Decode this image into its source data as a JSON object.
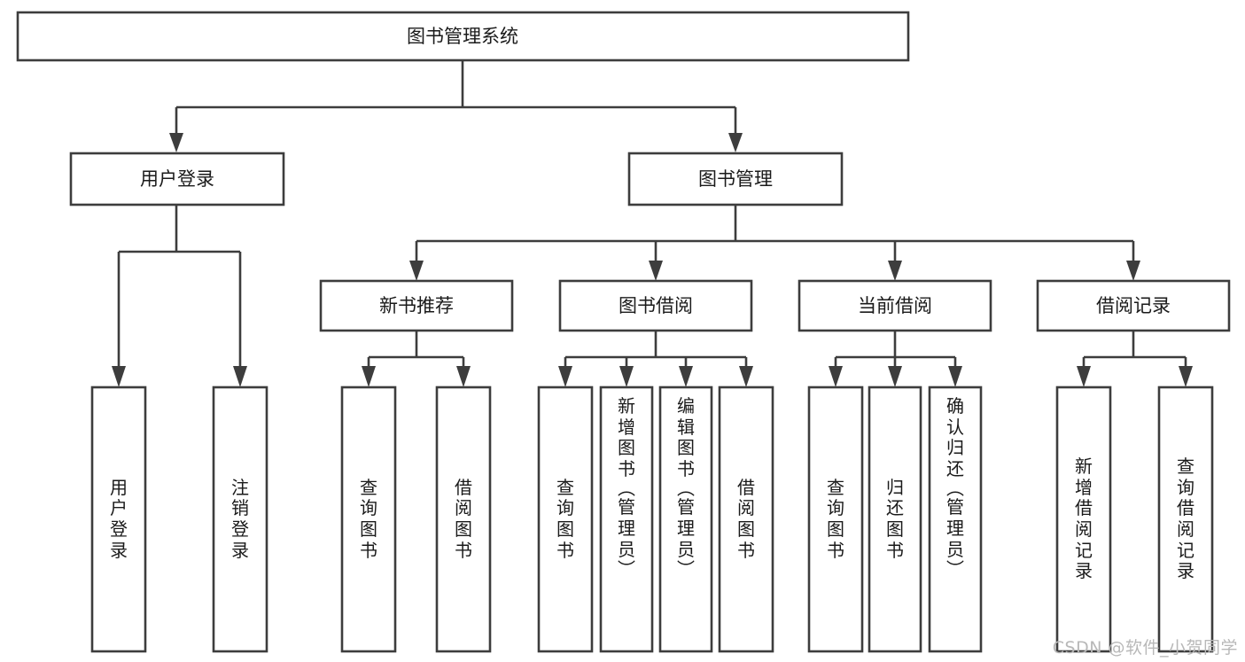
{
  "diagram": {
    "title": "图书管理系统",
    "type": "tree",
    "watermark": "CSDN @软件_小贺同学",
    "colors": {
      "stroke": "#3d3d3d",
      "fill": "#ffffff",
      "text": "#1a1a1a",
      "watermark": "#b8b8b8"
    },
    "root": {
      "label": "图书管理系统"
    },
    "level2": [
      {
        "id": "user-login",
        "label": "用户登录"
      },
      {
        "id": "book-manage",
        "label": "图书管理"
      }
    ],
    "level3": [
      {
        "id": "new-book-rec",
        "label": "新书推荐",
        "parent": "book-manage"
      },
      {
        "id": "book-borrow",
        "label": "图书借阅",
        "parent": "book-manage"
      },
      {
        "id": "current-borrow",
        "label": "当前借阅",
        "parent": "book-manage"
      },
      {
        "id": "borrow-record",
        "label": "借阅记录",
        "parent": "book-manage"
      }
    ],
    "leaves": {
      "user-login": [
        {
          "id": "leaf-user-login",
          "chars": [
            "用",
            "户",
            "登",
            "录"
          ]
        },
        {
          "id": "leaf-user-logout",
          "chars": [
            "注",
            "销",
            "登",
            "录"
          ]
        }
      ],
      "new-book-rec": [
        {
          "id": "leaf-query-book-1",
          "chars": [
            "查",
            "询",
            "图",
            "书"
          ]
        },
        {
          "id": "leaf-borrow-book-1",
          "chars": [
            "借",
            "阅",
            "图",
            "书"
          ]
        }
      ],
      "book-borrow": [
        {
          "id": "leaf-query-book-2",
          "chars": [
            "查",
            "询",
            "图",
            "书"
          ]
        },
        {
          "id": "leaf-add-book",
          "chars": [
            "新",
            "增",
            "图",
            "书",
            "（",
            "管",
            "理",
            "员",
            "）"
          ]
        },
        {
          "id": "leaf-edit-book",
          "chars": [
            "编",
            "辑",
            "图",
            "书",
            "（",
            "管",
            "理",
            "员",
            "）"
          ]
        },
        {
          "id": "leaf-borrow-book-2",
          "chars": [
            "借",
            "阅",
            "图",
            "书"
          ]
        }
      ],
      "current-borrow": [
        {
          "id": "leaf-query-book-3",
          "chars": [
            "查",
            "询",
            "图",
            "书"
          ]
        },
        {
          "id": "leaf-return-book",
          "chars": [
            "归",
            "还",
            "图",
            "书"
          ]
        },
        {
          "id": "leaf-confirm-return",
          "chars": [
            "确",
            "认",
            "归",
            "还",
            "（",
            "管",
            "理",
            "员",
            "）"
          ]
        }
      ],
      "borrow-record": [
        {
          "id": "leaf-add-record",
          "chars": [
            "新",
            "增",
            "借",
            "阅",
            "记",
            "录"
          ]
        },
        {
          "id": "leaf-query-record",
          "chars": [
            "查",
            "询",
            "借",
            "阅",
            "记",
            "录"
          ]
        }
      ]
    }
  }
}
